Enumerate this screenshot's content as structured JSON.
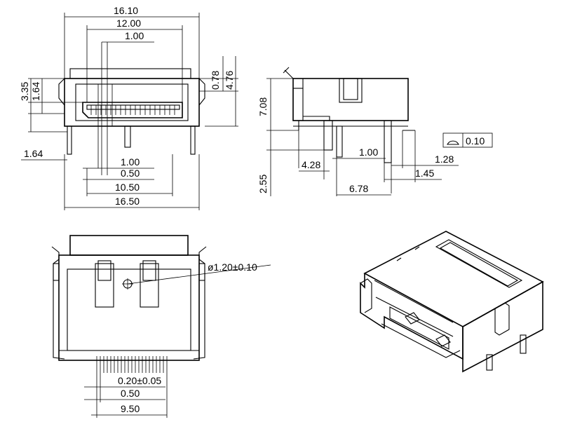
{
  "front_view": {
    "overall_width_top": "16.10",
    "shell_width": "12.00",
    "pitch_top": "1.00",
    "top_dim_a": "0.78",
    "top_dim_b": "4.76",
    "left_height_a": "3.35",
    "left_height_b": "1.64",
    "left_offset": "1.64",
    "pitch_bottom": "1.00",
    "pin_pitch": "0.50",
    "pin_span": "10.50",
    "overall_width_bottom": "16.50"
  },
  "side_view": {
    "height": "7.08",
    "pin_length": "2.55",
    "flatness_value": "0.10",
    "dim_1_00": "1.00",
    "dim_1_28": "1.28",
    "dim_4_28": "4.28",
    "dim_1_45": "1.45",
    "dim_6_78": "6.78"
  },
  "bottom_view": {
    "hole_diameter": "ø1.20±0.10",
    "pin_width": "0.20±0.05",
    "pin_pitch": "0.50",
    "pin_span": "9.50"
  }
}
